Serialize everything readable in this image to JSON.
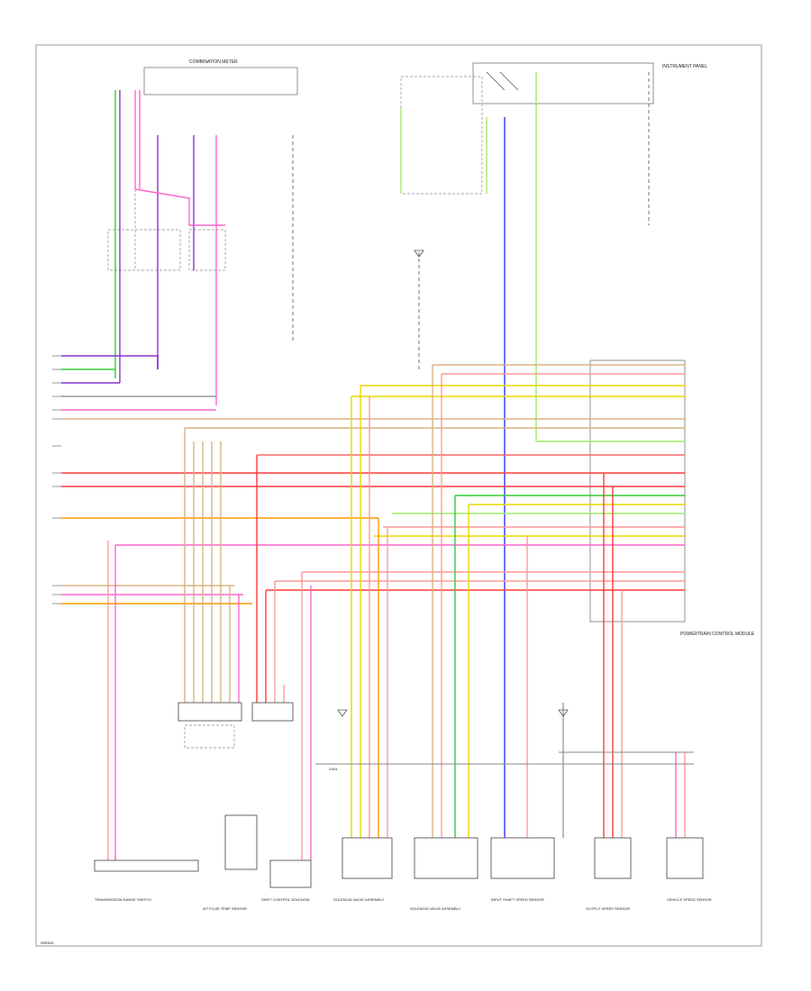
{
  "top_center_label": "COMBINATION METER",
  "top_right_label": "INSTRUMENT PANEL",
  "main_unit_label": "POWERTRAIN CONTROL MODULE",
  "ground_label": "G401",
  "page_footer": "WIRING",
  "colors": {
    "green": "#33cc33",
    "pink": "#ff66cc",
    "red": "#ff3b3b",
    "orange": "#ff9900",
    "yellow": "#e8d800",
    "blue": "#3333ff",
    "purple": "#8833cc",
    "gray": "#888888",
    "tan": "#d9b382",
    "light_green": "#99ee66",
    "light_red": "#ff9999"
  },
  "components": [
    {
      "id": "c1",
      "label": "TRANSMISSION RANGE SWITCH"
    },
    {
      "id": "c2",
      "label": "A/T FLUID TEMP SENSOR"
    },
    {
      "id": "c3",
      "label": "SHIFT CONTROL SOLENOID"
    },
    {
      "id": "c4",
      "label": "SOLENOID VALVE ASSEMBLY"
    },
    {
      "id": "c5",
      "label": "SOLENOID VALVE ASSEMBLY"
    },
    {
      "id": "c6",
      "label": "INPUT SHAFT SPEED SENSOR"
    },
    {
      "id": "c7",
      "label": "OUTPUT SPEED SENSOR"
    },
    {
      "id": "c8",
      "label": "VEHICLE SPEED SENSOR"
    }
  ]
}
